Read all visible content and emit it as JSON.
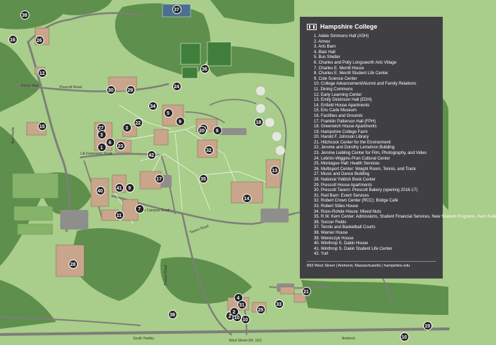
{
  "title": "Hampshire College",
  "footer": "893 West Street | Amherst, Massachusetts | hampshire.edu",
  "legend": [
    "1. Adele Simmons Hall (ASH)",
    "2. Annex",
    "3. Arts Barn",
    "4. Blair Hall",
    "5. Bus Shelter",
    "6. Charles and Polly Longsworth Arts Village",
    "7. Charles E. Merrill House",
    "8. Charles E. Merrill Student Life Center",
    "9. Cole Science Center",
    "10. College Advancement/Alumni and Family Relations",
    "11. Dining Commons",
    "12. Early Learning Center",
    "13. Emily Dickinson Hall (EDH)",
    "14. Enfield House Apartments",
    "15. Eric Carle Museum",
    "16. Facilities and Grounds",
    "17. Franklin Patterson Hall (FPH)",
    "18. Greenwich House Apartments",
    "19. Hampshire College Farm",
    "20. Harold F. Johnson Library",
    "21. Hitchcock Center for the Environment",
    "22. Jerome and Dorothy Lemelson Building",
    "23. Jerome Liebling Center for Film, Photography, and Video",
    "24. Lebrón-Wiggins-Pran Cultural Center",
    "25. Montague Hall: Health Services",
    "26. Multisport Center: Weight Room, Tennis, and Track",
    "27. Music and Dance Building",
    "28. National Yiddish Book Center",
    "29. Prescott House Apartments",
    "30. Prescott Tavern: Prescott Bakery (opening 2016-17)",
    "31. Red Barn: Event Services",
    "32. Robert Crown Center (RCC): Bridge Café",
    "33. Robert Stiles House",
    "34. Roos-Rohde House: Mixed Nuts",
    "35. R.W. Kern Center: Admissions, Student Financial Services, New Student Programs, Kern Kafé",
    "36. Soccer Fields",
    "37. Tennis and Basketball Courts",
    "38. Warner House",
    "39. Weneczyk House",
    "40. Winthrop S. Dakin House",
    "41. Winthrop S. Dakin Student Life Center",
    "42. Yurt"
  ],
  "road_labels": {
    "prince_way": "Prince Way",
    "prescott_road": "Prescott Road",
    "bus_route": "Bus Route",
    "lib_greenwich": "Lib Greenwich Road",
    "tavern_road": "Tavern Road",
    "south_lot": "South Campus Road",
    "thorpe": "Thorpe Road",
    "west_street": "West Street (Rt. 116)",
    "south_hadley": "South Hadley",
    "amherst": "Amherst"
  },
  "markers": [
    {
      "label": "1"
    },
    {
      "label": "2"
    },
    {
      "label": "3"
    },
    {
      "label": "4"
    },
    {
      "label": "5"
    },
    {
      "label": "6"
    },
    {
      "label": "7"
    },
    {
      "label": "8"
    },
    {
      "label": "9"
    },
    {
      "label": "10"
    },
    {
      "label": "10"
    },
    {
      "label": "10"
    },
    {
      "label": "11"
    },
    {
      "label": "12"
    },
    {
      "label": "13"
    },
    {
      "label": "14"
    },
    {
      "label": "15"
    },
    {
      "label": "16"
    },
    {
      "label": "17"
    },
    {
      "label": "18"
    },
    {
      "label": "19"
    },
    {
      "label": "20"
    },
    {
      "label": "21"
    },
    {
      "label": "22"
    },
    {
      "label": "23"
    },
    {
      "label": "24"
    },
    {
      "label": "25"
    },
    {
      "label": "26"
    },
    {
      "label": "27"
    },
    {
      "label": "28"
    },
    {
      "label": "29"
    },
    {
      "label": "30"
    },
    {
      "label": "31"
    },
    {
      "label": "32"
    },
    {
      "label": "33"
    },
    {
      "label": "34"
    },
    {
      "label": "35"
    },
    {
      "label": "36"
    },
    {
      "label": "37"
    },
    {
      "label": "38"
    },
    {
      "label": "39"
    },
    {
      "label": "40"
    },
    {
      "label": "41"
    },
    {
      "label": "42"
    },
    {
      "label": "9"
    },
    {
      "label": "20"
    },
    {
      "label": "3"
    },
    {
      "label": "2"
    }
  ],
  "colors": {
    "grass": "#a9cd8a",
    "forest": "#5e8f4c",
    "road": "#7d7e7a",
    "building": "#c9a58c",
    "panel": "#404043",
    "marker": "#222222"
  }
}
